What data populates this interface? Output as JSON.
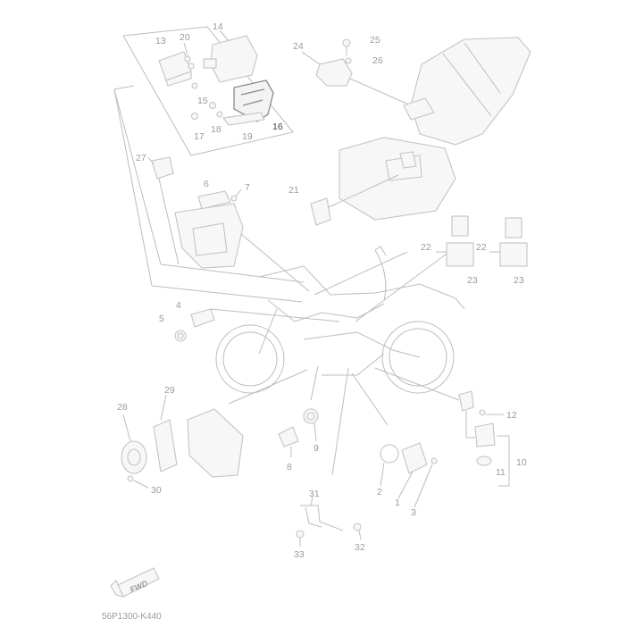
{
  "diagram": {
    "labels": [
      {
        "id": "13",
        "text": "13"
      },
      {
        "id": "20",
        "text": "20"
      },
      {
        "id": "14",
        "text": "14"
      },
      {
        "id": "15",
        "text": "15"
      },
      {
        "id": "18",
        "text": "18"
      },
      {
        "id": "16",
        "text": "16",
        "highlight": true
      },
      {
        "id": "17",
        "text": "17"
      },
      {
        "id": "19",
        "text": "19"
      },
      {
        "id": "24",
        "text": "24"
      },
      {
        "id": "25",
        "text": "25"
      },
      {
        "id": "26",
        "text": "26"
      },
      {
        "id": "27",
        "text": "27"
      },
      {
        "id": "6",
        "text": "6"
      },
      {
        "id": "7",
        "text": "7"
      },
      {
        "id": "21",
        "text": "21"
      },
      {
        "id": "22a",
        "text": "22"
      },
      {
        "id": "22b",
        "text": "22"
      },
      {
        "id": "23a",
        "text": "23"
      },
      {
        "id": "23b",
        "text": "23"
      },
      {
        "id": "4",
        "text": "4"
      },
      {
        "id": "5",
        "text": "5"
      },
      {
        "id": "29",
        "text": "29"
      },
      {
        "id": "28",
        "text": "28"
      },
      {
        "id": "12",
        "text": "12"
      },
      {
        "id": "9",
        "text": "9"
      },
      {
        "id": "8",
        "text": "8"
      },
      {
        "id": "10",
        "text": "10"
      },
      {
        "id": "11",
        "text": "11"
      },
      {
        "id": "30",
        "text": "30"
      },
      {
        "id": "2",
        "text": "2"
      },
      {
        "id": "1",
        "text": "1"
      },
      {
        "id": "3",
        "text": "3"
      },
      {
        "id": "31",
        "text": "31"
      },
      {
        "id": "32",
        "text": "32"
      },
      {
        "id": "33",
        "text": "33"
      }
    ],
    "fwd_label": "FWD",
    "part_code": "56P1300-K440"
  }
}
